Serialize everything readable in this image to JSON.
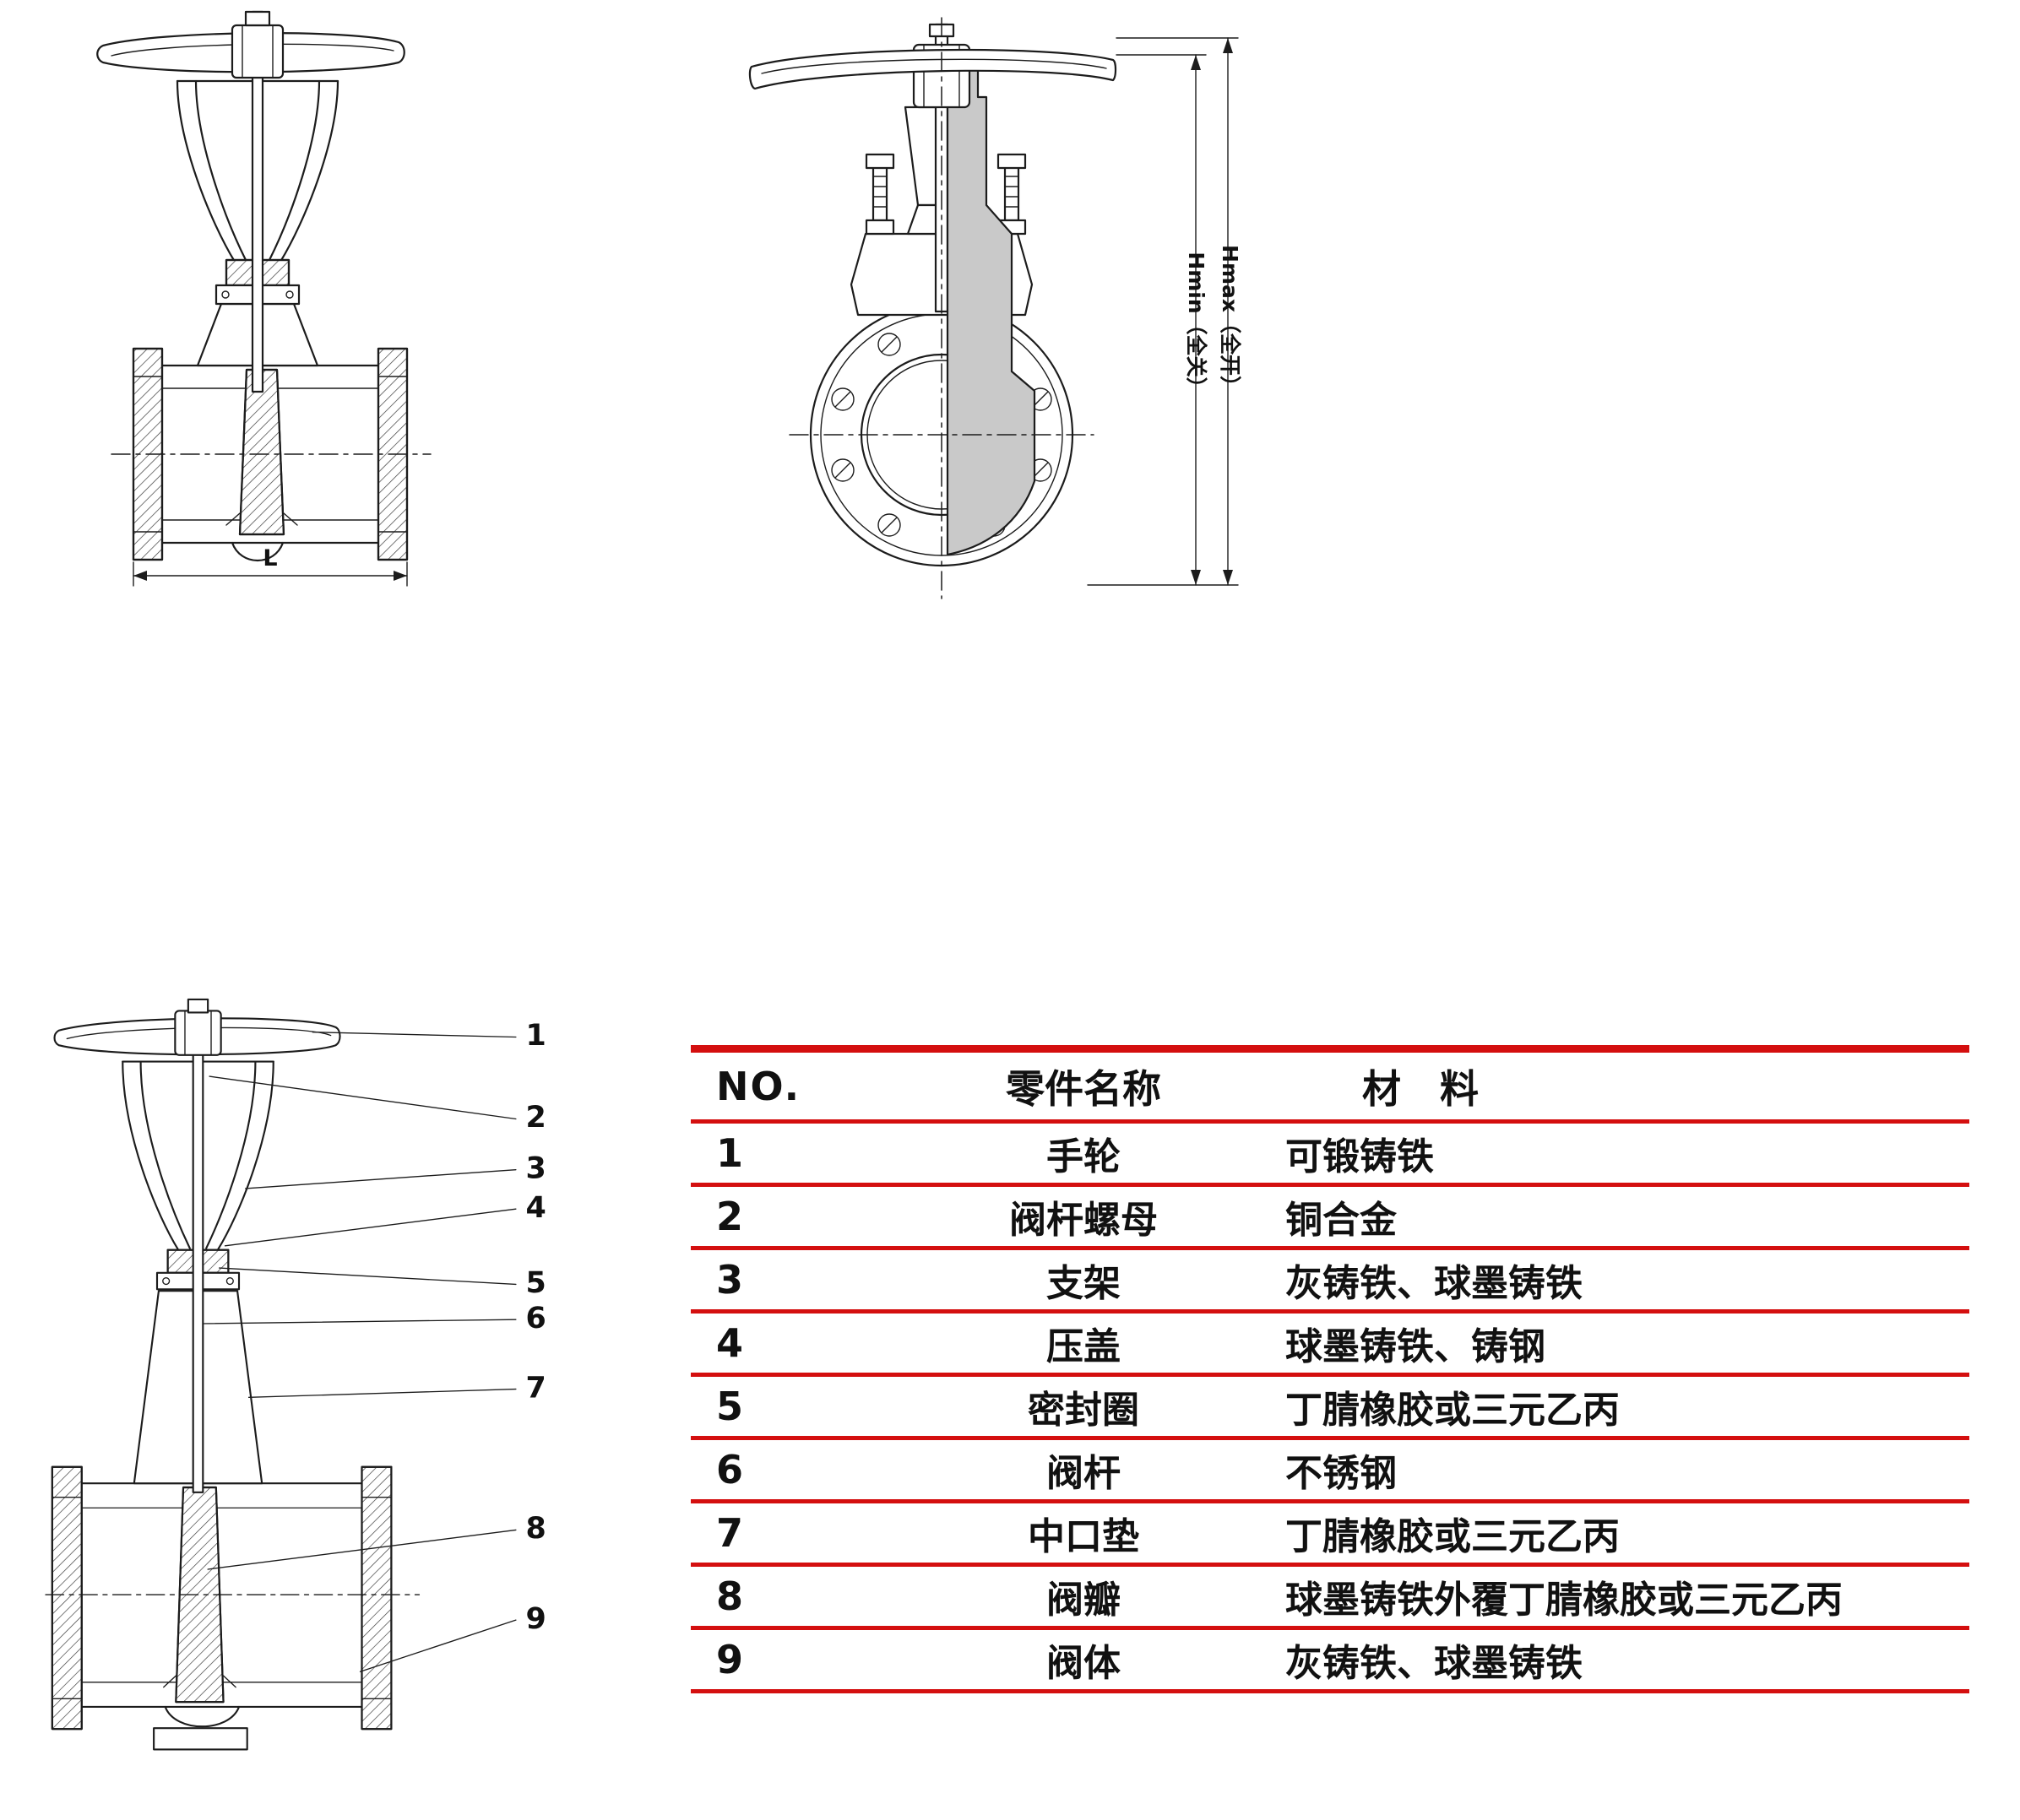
{
  "drawings": {
    "side_view": {
      "dim_length_label": "L"
    },
    "front_view": {
      "dim_inner_label": "Hmin（全关）",
      "dim_outer_label": "Hmax（全开）"
    },
    "callout_view": {
      "callouts": [
        "1",
        "2",
        "3",
        "4",
        "5",
        "6",
        "7",
        "8",
        "9"
      ]
    }
  },
  "parts_table": {
    "accent_color": "#d40f0f",
    "headers": {
      "no": "NO.",
      "name": "零件名称",
      "material": "材　料"
    },
    "rows": [
      {
        "no": "1",
        "name": "手轮",
        "material": "可锻铸铁"
      },
      {
        "no": "2",
        "name": "阀杆螺母",
        "material": "铜合金"
      },
      {
        "no": "3",
        "name": "支架",
        "material": "灰铸铁、球墨铸铁"
      },
      {
        "no": "4",
        "name": "压盖",
        "material": "球墨铸铁、铸钢"
      },
      {
        "no": "5",
        "name": "密封圈",
        "material": "丁腈橡胶或三元乙丙"
      },
      {
        "no": "6",
        "name": "阀杆",
        "material": "不锈钢"
      },
      {
        "no": "7",
        "name": "中口垫",
        "material": "丁腈橡胶或三元乙丙"
      },
      {
        "no": "8",
        "name": "阀瓣",
        "material": "球墨铸铁外覆丁腈橡胶或三元乙丙"
      },
      {
        "no": "9",
        "name": "阀体",
        "material": "灰铸铁、球墨铸铁"
      }
    ]
  }
}
